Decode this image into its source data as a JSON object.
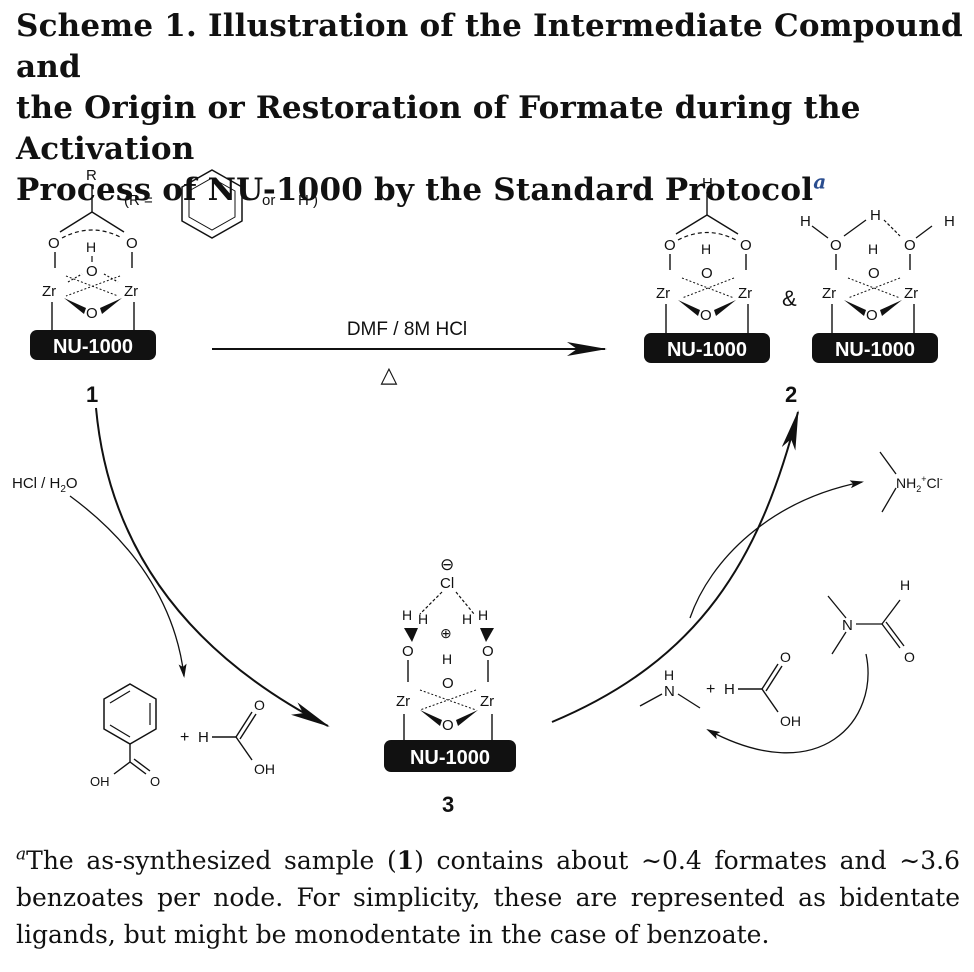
{
  "title": {
    "line1": "Scheme 1. Illustration of the Intermediate Compound and",
    "line2": "the Origin or Restoration of Formate during the Activation",
    "line3": "Process of NU-1000 by the Standard Protocol",
    "mark": "a"
  },
  "scheme": {
    "nu_label": "NU-1000",
    "compound1": "1",
    "compound2": "2",
    "compound3": "3",
    "r_note_open": "(R =",
    "r_note_or": "or",
    "r_note_h": "H )",
    "r_label": "R",
    "amp": "&",
    "top_arrow_reagent": "DMF / 8M HCl",
    "heat_symbol": "△",
    "left_reagent": "HCl / H",
    "left_reagent_sub": "2",
    "left_reagent_tail": "O",
    "plus": "+",
    "h": "H",
    "o": "O",
    "oh": "OH",
    "zr": "Zr",
    "cl": "Cl",
    "n": "N",
    "minus_symbol": "⊖",
    "plus_circle_symbol": "⊕",
    "ammonium_nh": "NH",
    "ammonium_sub": "2",
    "ammonium_sup": "+",
    "ammonium_cl": "Cl",
    "chloride_sup": "-"
  },
  "footnote": {
    "mark": "a",
    "text_a": "The as-synthesized sample (",
    "bold": "1",
    "text_b": ") contains about ∼0.4 formates and ∼3.6 benzoates per node. For simplicity, these are represented as bidentate ligands, but might be monodentate in the case of benzoate."
  }
}
